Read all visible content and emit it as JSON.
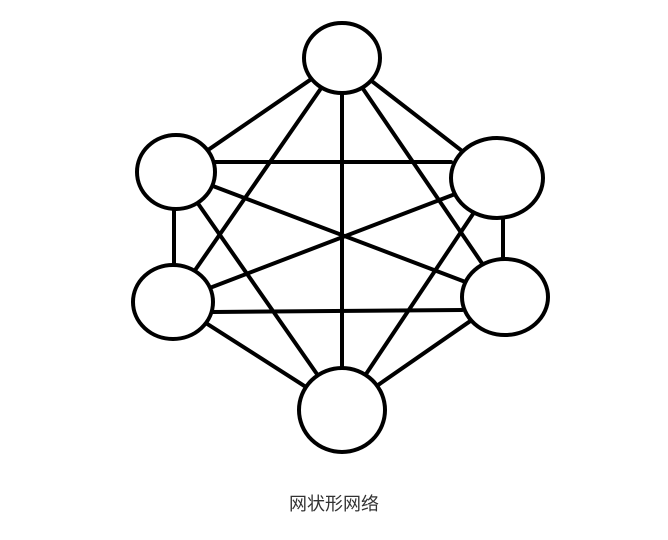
{
  "diagram": {
    "caption": "网状形网络",
    "type": "mesh-network",
    "node_count": 6,
    "connections": [
      [
        "top",
        "upper-left"
      ],
      [
        "top",
        "upper-right"
      ],
      [
        "top",
        "lower-left"
      ],
      [
        "top",
        "lower-right"
      ],
      [
        "top",
        "bottom"
      ],
      [
        "upper-left",
        "upper-right"
      ],
      [
        "upper-left",
        "lower-left"
      ],
      [
        "upper-left",
        "lower-right"
      ],
      [
        "upper-left",
        "bottom"
      ],
      [
        "upper-right",
        "lower-left"
      ],
      [
        "upper-right",
        "lower-right"
      ],
      [
        "upper-right",
        "bottom"
      ],
      [
        "lower-left",
        "lower-right"
      ],
      [
        "lower-left",
        "bottom"
      ],
      [
        "lower-right",
        "bottom"
      ]
    ],
    "stroke_color": "#000000",
    "fill_color": "#ffffff"
  }
}
